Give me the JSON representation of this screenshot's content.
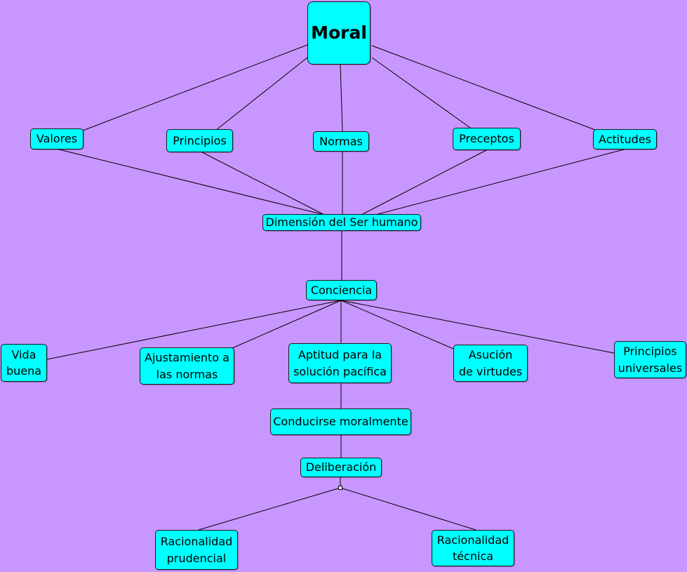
{
  "diagram": {
    "background_color": "#c896ff",
    "node_color": "#00ffff",
    "nodes": {
      "moral": "Moral",
      "valores": "Valores",
      "principios": "Principios",
      "normas": "Normas",
      "preceptos": "Preceptos",
      "actitudes": "Actitudes",
      "dimension": "Dimensión del Ser humano",
      "conciencia": "Conciencia",
      "vida_buena": "Vida\nbuena",
      "ajustamiento": "Ajustamiento a\nlas normas",
      "aptitud": "Aptitud para la\nsolución pacífica",
      "asucion": "Asución\nde virtudes",
      "principios_universales": "Principios\nuniversales",
      "conducirse": "Conducirse moralmente",
      "deliberacion": "Deliberación",
      "racionalidad_prudencial": "Racionalidad\nprudencial",
      "racionalidad_tecnica": "Racionalidad\ntécnica"
    },
    "edges": [
      [
        "moral",
        "valores"
      ],
      [
        "moral",
        "principios"
      ],
      [
        "moral",
        "normas"
      ],
      [
        "moral",
        "preceptos"
      ],
      [
        "moral",
        "actitudes"
      ],
      [
        "valores",
        "dimension"
      ],
      [
        "principios",
        "dimension"
      ],
      [
        "normas",
        "dimension"
      ],
      [
        "preceptos",
        "dimension"
      ],
      [
        "actitudes",
        "dimension"
      ],
      [
        "dimension",
        "conciencia"
      ],
      [
        "conciencia",
        "vida_buena"
      ],
      [
        "conciencia",
        "ajustamiento"
      ],
      [
        "conciencia",
        "aptitud"
      ],
      [
        "conciencia",
        "asucion"
      ],
      [
        "conciencia",
        "principios_universales"
      ],
      [
        "aptitud",
        "conducirse"
      ],
      [
        "conducirse",
        "deliberacion"
      ],
      [
        "deliberacion",
        "racionalidad_prudencial"
      ],
      [
        "deliberacion",
        "racionalidad_tecnica"
      ]
    ]
  }
}
